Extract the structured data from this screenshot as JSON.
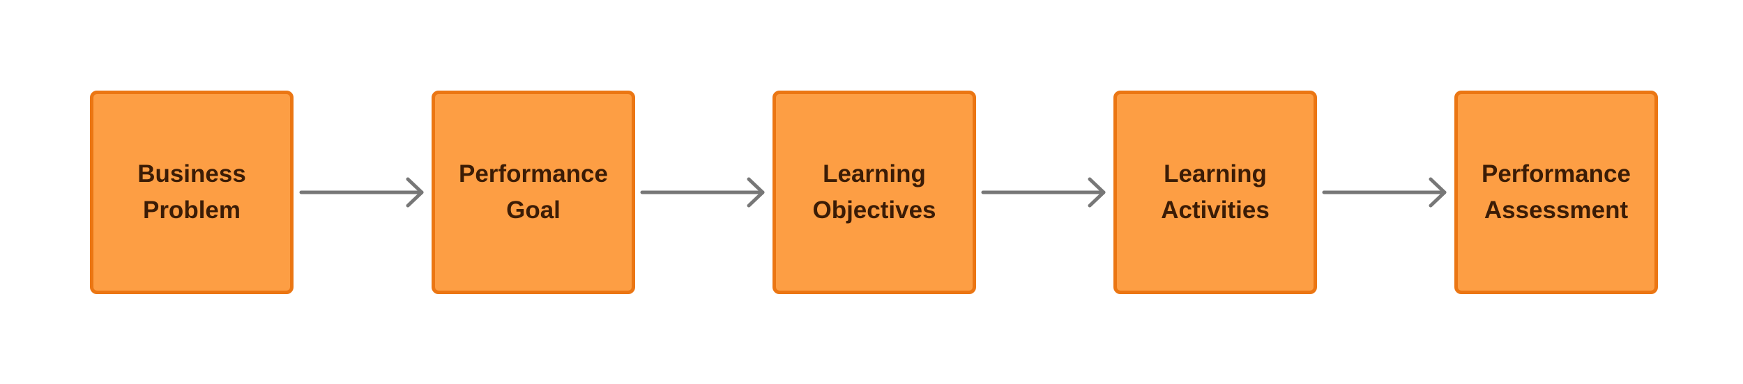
{
  "diagram": {
    "type": "flowchart",
    "direction": "left-to-right",
    "node_fill": "#fd9e44",
    "node_border": "#eb7613",
    "text_color": "#3b1c06",
    "arrow_color": "#777777",
    "nodes": [
      {
        "label": "Business\nProblem"
      },
      {
        "label": "Performance\nGoal"
      },
      {
        "label": "Learning\nObjectives"
      },
      {
        "label": "Learning\nActivities"
      },
      {
        "label": "Performance\nAssessment"
      }
    ],
    "edges": [
      {
        "from": 0,
        "to": 1
      },
      {
        "from": 1,
        "to": 2
      },
      {
        "from": 2,
        "to": 3
      },
      {
        "from": 3,
        "to": 4
      }
    ]
  }
}
